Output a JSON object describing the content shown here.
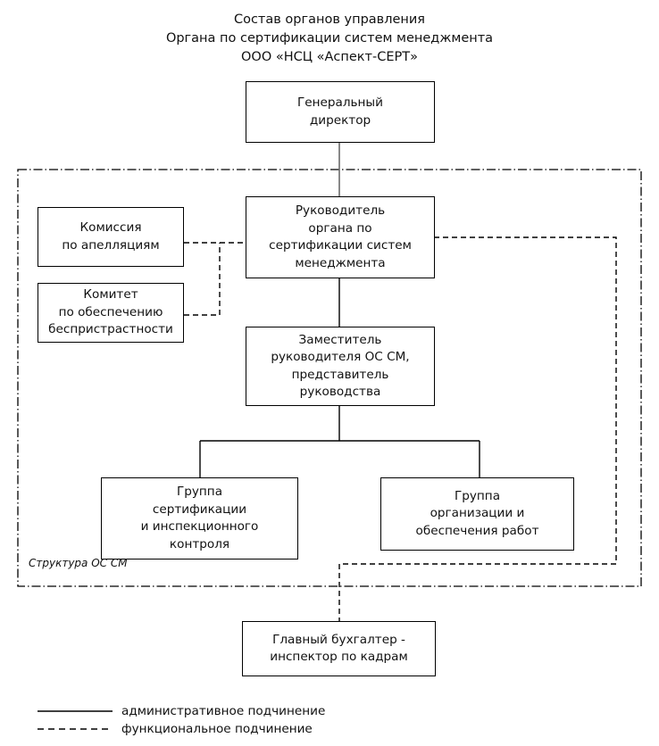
{
  "diagram": {
    "title_lines": [
      "Состав органов управления",
      "Органа по сертификации систем менеджмента",
      "ООО «НСЦ «Аспект-СЕРТ»"
    ],
    "structure_label": "Структура ОС СМ",
    "colors": {
      "line": "#000000",
      "text": "#111111",
      "background": "#ffffff"
    },
    "nodes": {
      "general_director": {
        "lines": [
          "Генеральный",
          "директор"
        ]
      },
      "head_of_body": {
        "lines": [
          "Руководитель",
          "органа по",
          "сертификации систем",
          "менеджмента"
        ]
      },
      "appeals_commission": {
        "lines": [
          "Комиссия",
          "по апелляциям"
        ]
      },
      "impartiality_committee": {
        "lines": [
          "Комитет",
          "по обеспечению",
          "беспристрастности"
        ]
      },
      "deputy_head": {
        "lines": [
          "Заместитель",
          "руководителя ОС СМ,",
          "представитель",
          "руководства"
        ]
      },
      "certification_group": {
        "lines": [
          "Группа",
          "сертификации",
          "и инспекционного",
          "контроля"
        ]
      },
      "organization_group": {
        "lines": [
          "Группа",
          "организации и",
          "обеспечения работ"
        ]
      },
      "chief_accountant": {
        "lines": [
          "Главный бухгалтер -",
          "инспектор по кадрам"
        ]
      }
    },
    "legend": {
      "solid_label": "административное  подчинение",
      "dashed_label": "функциональное подчинение"
    }
  }
}
